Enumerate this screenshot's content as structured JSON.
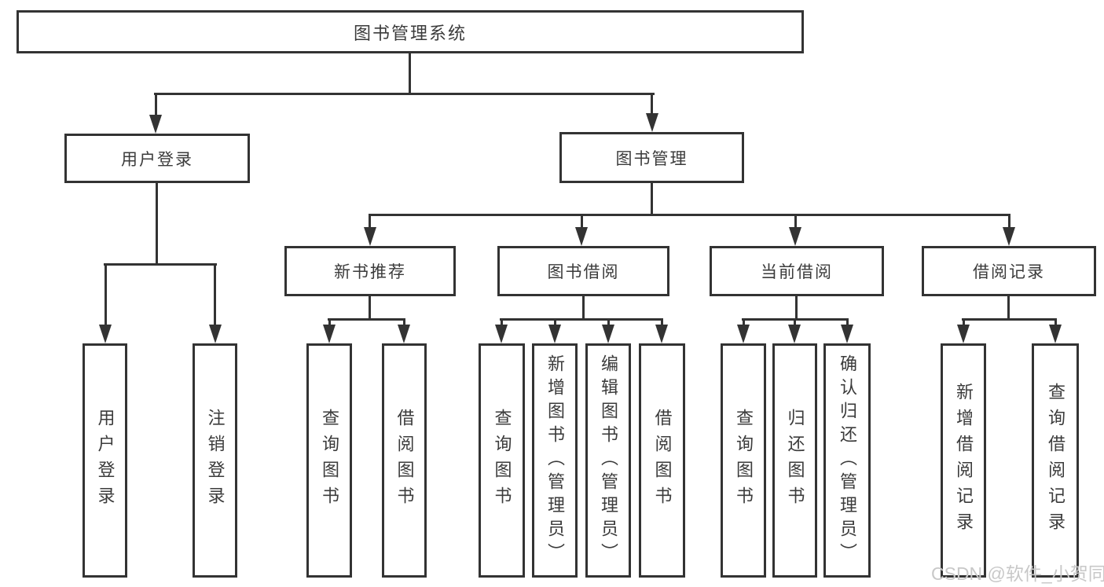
{
  "tree": {
    "root": {
      "label": "图书管理系统",
      "children": [
        {
          "label": "用户登录",
          "children": [
            {
              "label": "用户登录"
            },
            {
              "label": "注销登录"
            }
          ]
        },
        {
          "label": "图书管理",
          "children": [
            {
              "label": "新书推荐",
              "children": [
                {
                  "label": "查询图书"
                },
                {
                  "label": "借阅图书"
                }
              ]
            },
            {
              "label": "图书借阅",
              "children": [
                {
                  "label": "查询图书"
                },
                {
                  "label": "新增图书（管理员）"
                },
                {
                  "label": "编辑图书（管理员）"
                },
                {
                  "label": "借阅图书"
                }
              ]
            },
            {
              "label": "当前借阅",
              "children": [
                {
                  "label": "查询图书"
                },
                {
                  "label": "归还图书"
                },
                {
                  "label": "确认归还（管理员）"
                }
              ]
            },
            {
              "label": "借阅记录",
              "children": [
                {
                  "label": "新增借阅记录"
                },
                {
                  "label": "查询借阅记录"
                }
              ]
            }
          ]
        }
      ]
    }
  },
  "watermark": {
    "text": "CSDN @软件_小贺同学"
  },
  "colors": {
    "line": "#333333",
    "text": "#3b3b3b",
    "box_fill": "#ffffff",
    "watermark": "#c8c8c8",
    "background": "#ffffff"
  }
}
